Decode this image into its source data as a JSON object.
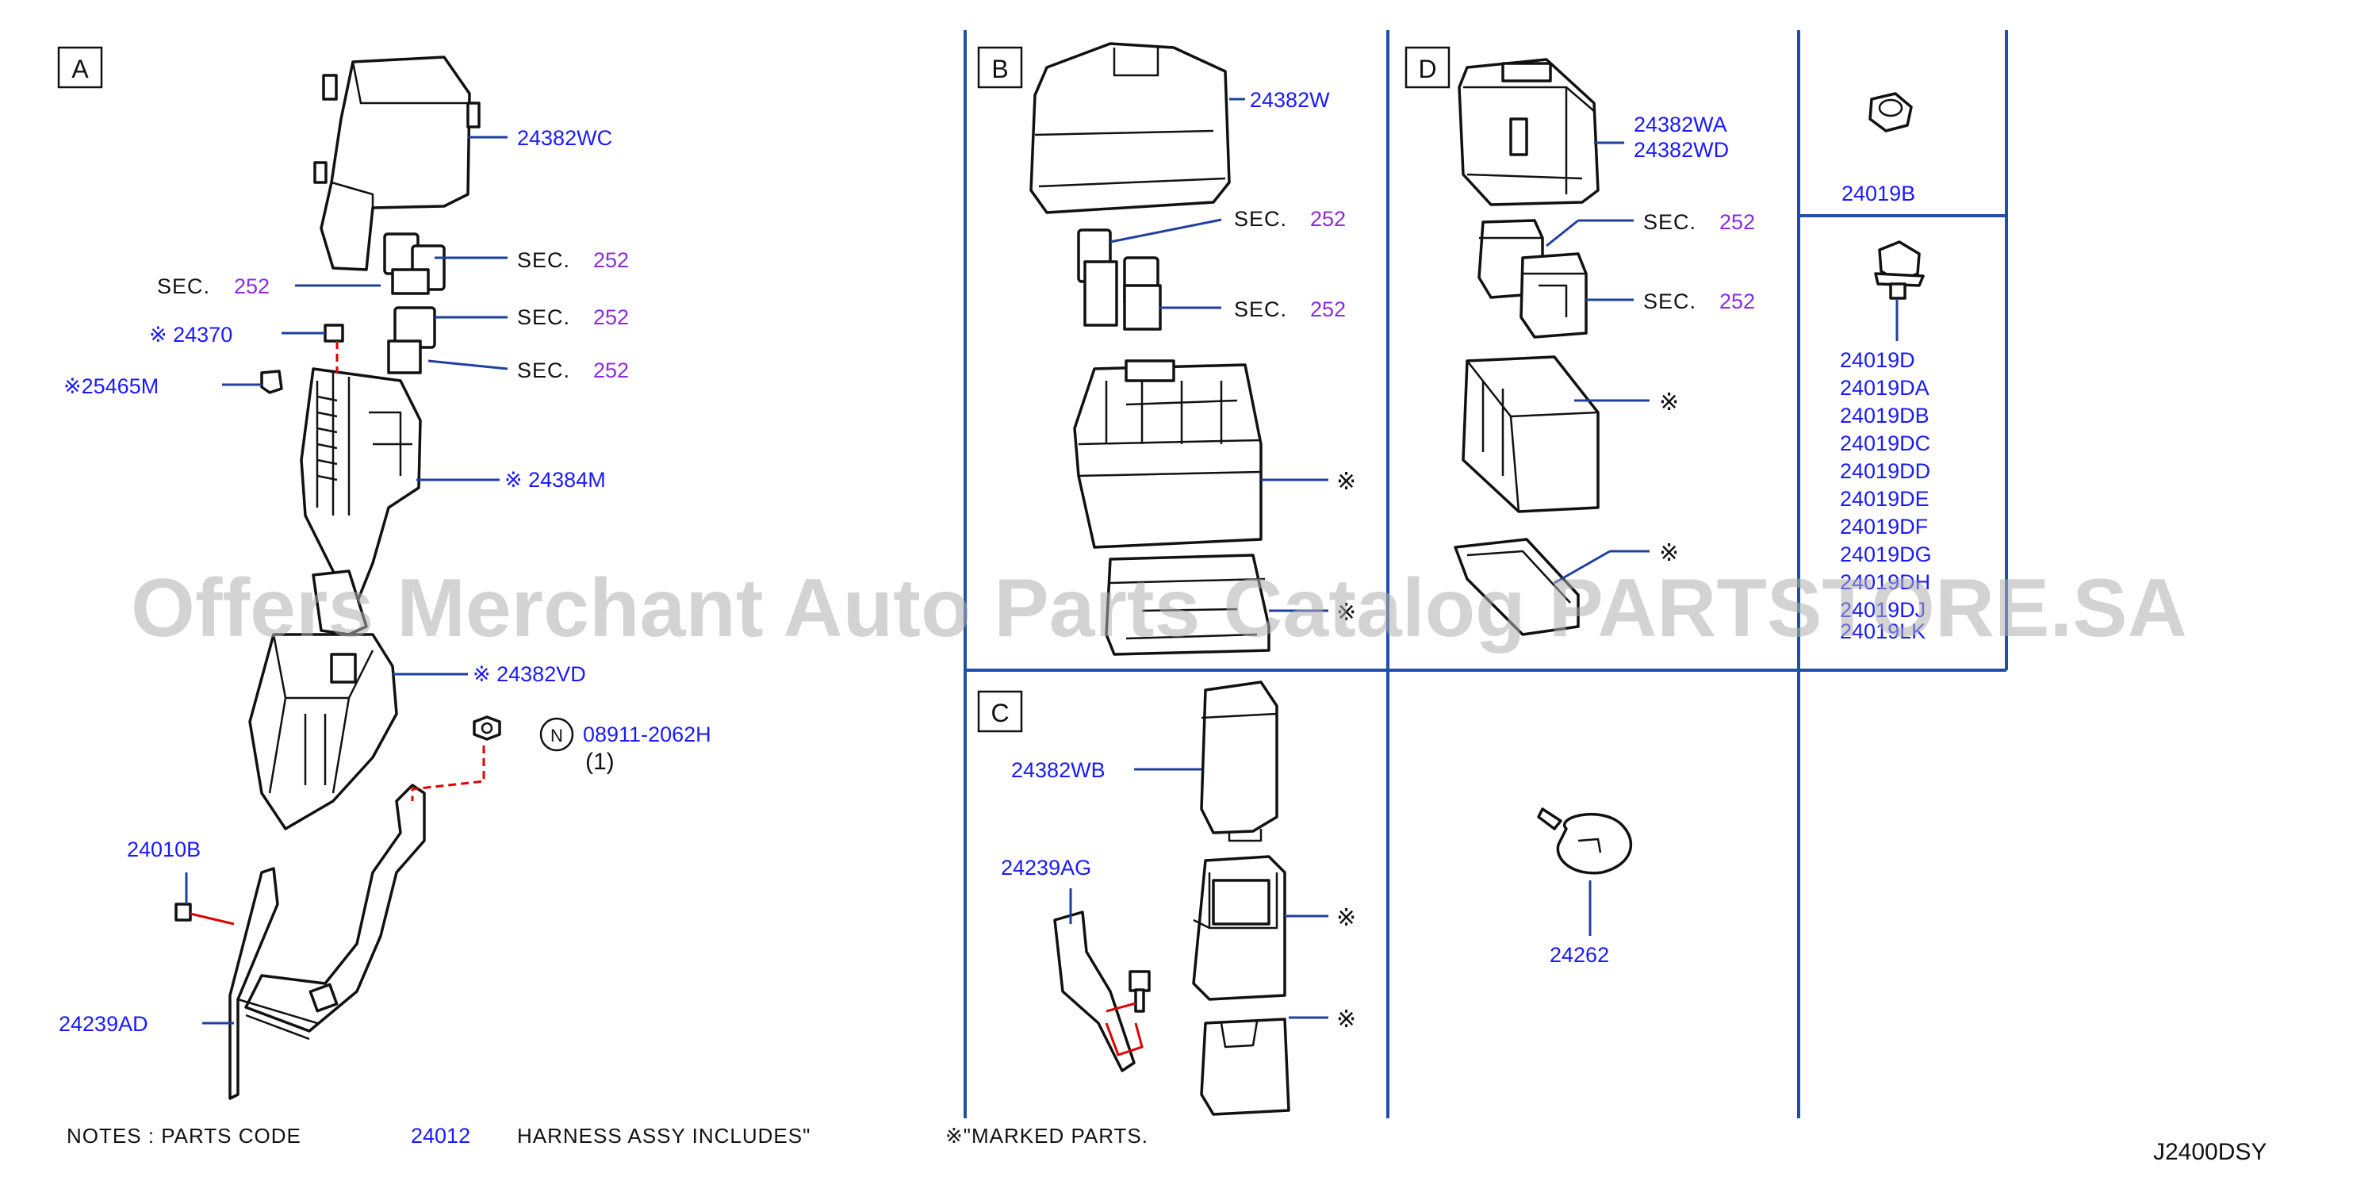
{
  "watermark": "Offers Merchant Auto Parts Catalog PARTSTORE.SA",
  "diagram_code": "J2400DSY",
  "notes": {
    "prefix": "NOTES  :  PARTS  CODE",
    "code": "24012",
    "middle": "HARNESS  ASSY  INCLUDES\"",
    "marked": "※\"MARKED  PARTS."
  },
  "sections": {
    "A": "A",
    "B": "B",
    "C": "C",
    "D": "D",
    "N": "N"
  },
  "mark_symbol": "※",
  "sec_label": "SEC.",
  "sec_number": "252",
  "section_a": {
    "p_24382WC": "24382WC",
    "p_24370": "※ 24370",
    "p_25465M": "※25465M",
    "p_24384M": "※ 24384M",
    "p_24382VD": "※ 24382VD",
    "p_08911": "08911-2062H",
    "p_08911_qty": "(1)",
    "p_24010B": "24010B",
    "p_24239AD": "24239AD"
  },
  "section_b": {
    "p_24382W": "24382W"
  },
  "section_c": {
    "p_24382WB": "24382WB",
    "p_24239AG": "24239AG"
  },
  "section_d": {
    "p_24382WA": "24382WA",
    "p_24382WD": "24382WD"
  },
  "section_e": {
    "p_24262": "24262"
  },
  "section_f": {
    "p_24019B": "24019B",
    "bolt_parts": [
      "24019D",
      "24019DA",
      "24019DB",
      "24019DC",
      "24019DD",
      "24019DE",
      "24019DF",
      "24019DG",
      "24019DH",
      "24019DJ",
      "24019LK"
    ]
  }
}
